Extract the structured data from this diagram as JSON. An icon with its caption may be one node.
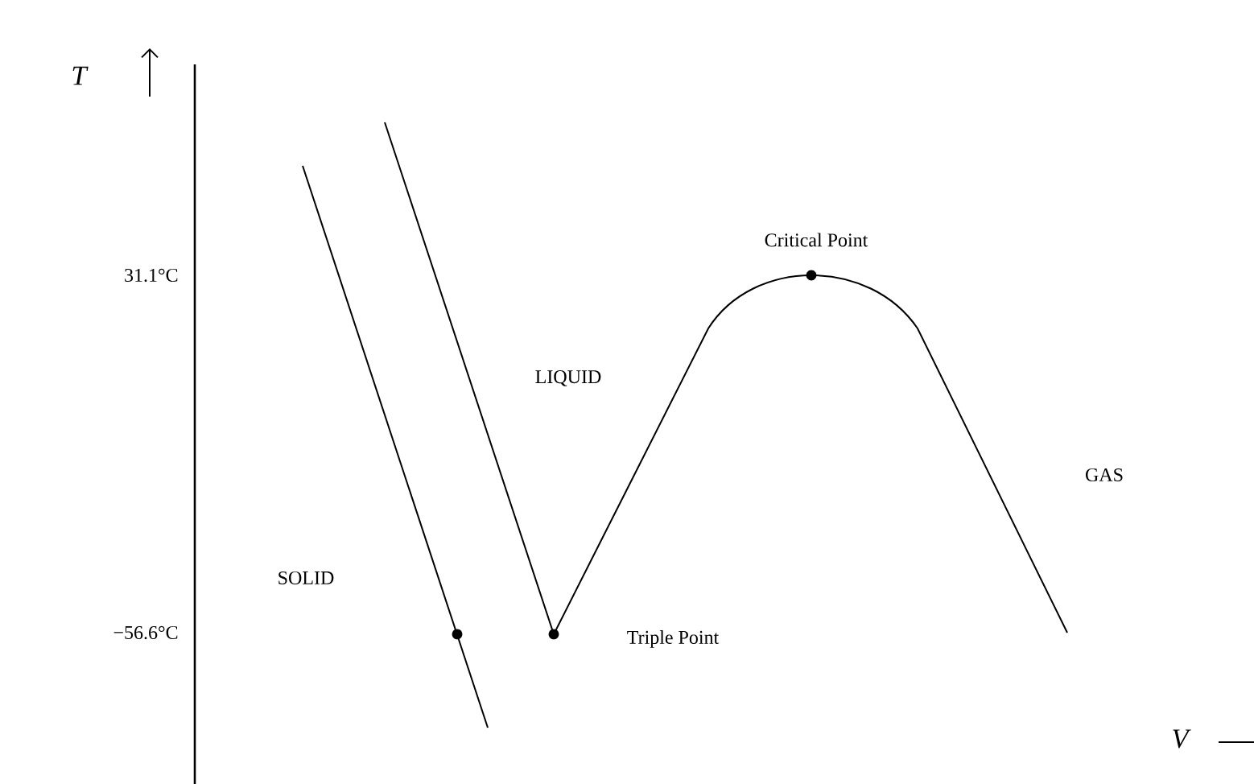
{
  "diagram": {
    "labels": [
      "T",
      "31.1°C",
      "Critical Point",
      "LIQUID",
      "GAS",
      "SOLID",
      "−56.6°C",
      "Triple Point",
      "V"
    ]
  }
}
